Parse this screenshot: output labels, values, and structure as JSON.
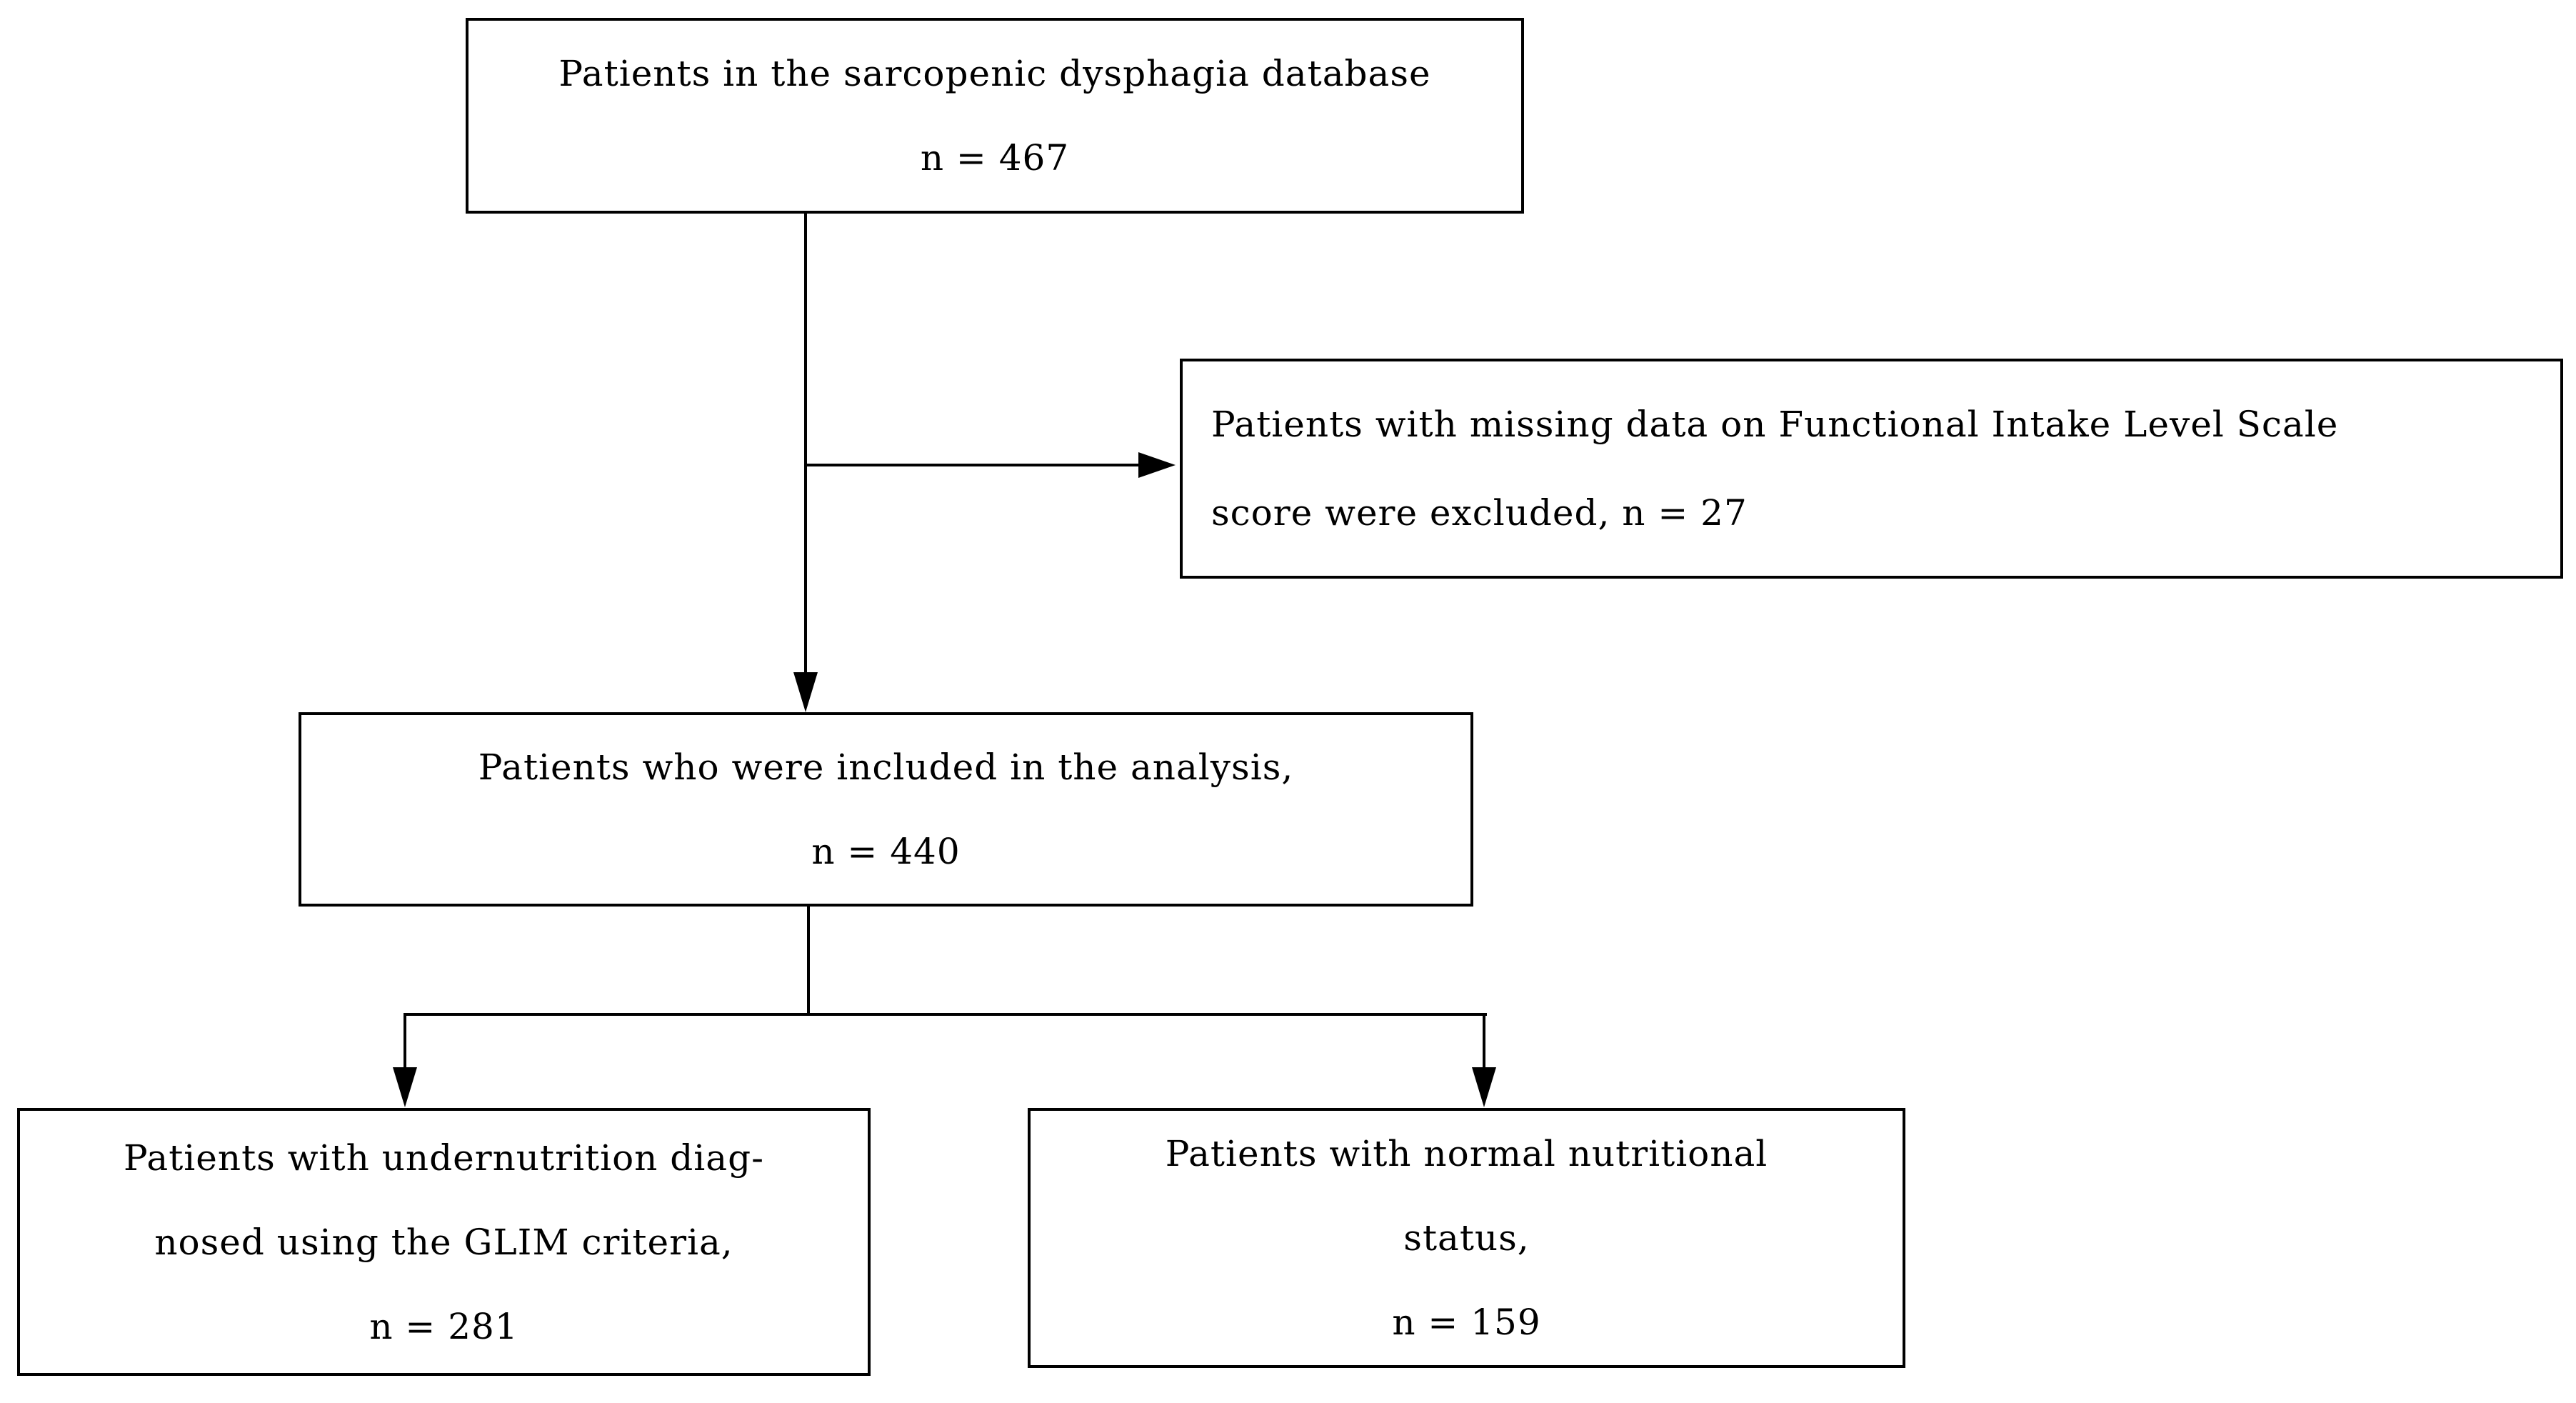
{
  "colors": {
    "background": "#ffffff",
    "line": "#000000",
    "text": "#000000"
  },
  "boxes": {
    "database": {
      "lines": [
        "Patients in the sarcopenic dysphagia database",
        "n = 467"
      ]
    },
    "excluded": {
      "lines": [
        "Patients with missing data on Functional Intake Level Scale",
        "score were excluded, n = 27"
      ]
    },
    "included": {
      "lines": [
        "Patients who were included in the analysis,",
        "n = 440"
      ]
    },
    "undernutrition": {
      "lines": [
        "Patients with undernutrition diag-",
        "nosed using the GLIM criteria,",
        "n = 281"
      ]
    },
    "normal": {
      "lines": [
        "Patients with normal nutritional",
        "status,",
        "n = 159"
      ]
    }
  }
}
